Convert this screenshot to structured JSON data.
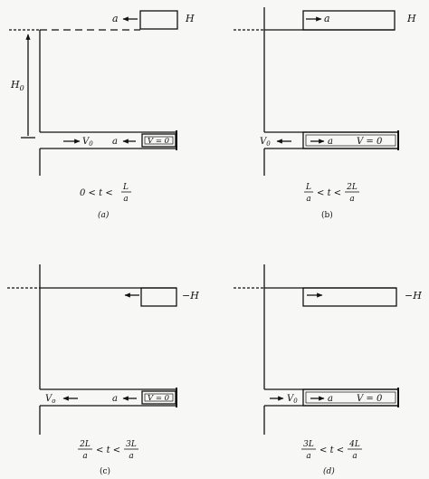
{
  "panels": {
    "a": {
      "top_wave_label": "a",
      "top_head_label": "H",
      "head_label": "H",
      "head_sub": "0",
      "velocity_label": "V",
      "velocity_sub": "0",
      "pipe_wave_label": "a",
      "box_label": "V = 0",
      "time_range": "0 < t < L/a",
      "caption": "(a)"
    },
    "b": {
      "top_wave_label": "a",
      "top_head_label": "H",
      "velocity_label": "V",
      "velocity_sub": "0",
      "pipe_wave_label": "a",
      "box_label": "V = 0",
      "time_range": "L/a < t < 2L/a",
      "caption": "(b)"
    },
    "c": {
      "top_head_label": "−H",
      "velocity_label": "V",
      "velocity_sub": "o",
      "pipe_wave_label": "a",
      "box_label": "V = 0",
      "time_range": "2L/a < t < 3L/a",
      "caption": "(c)"
    },
    "d": {
      "top_head_label": "−H",
      "velocity_label": "V",
      "velocity_sub": "0",
      "pipe_wave_label": "a",
      "box_label": "V = 0",
      "time_range": "3L/a < t < 4L/a",
      "caption": "(d)"
    }
  }
}
